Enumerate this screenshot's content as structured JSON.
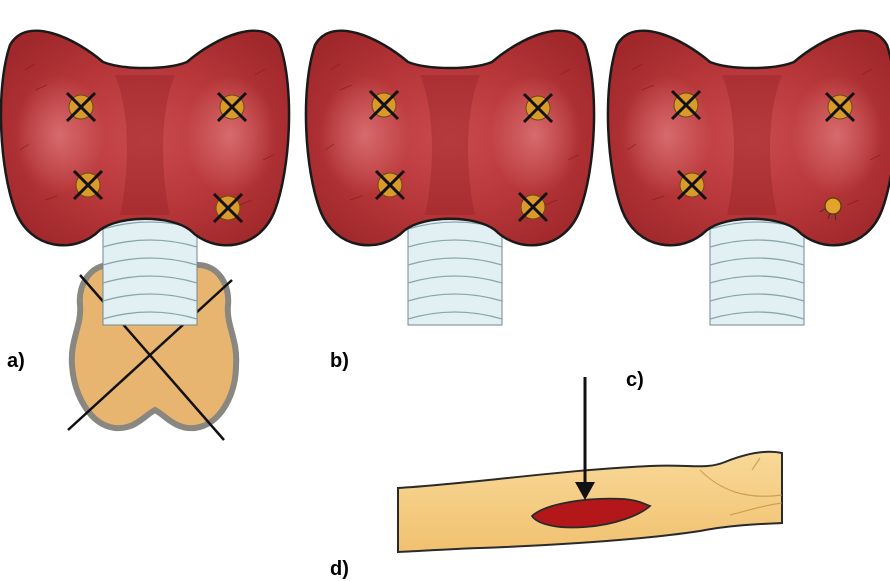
{
  "labels": {
    "a": "a)",
    "b": "b)",
    "c": "c)",
    "d": "d)"
  },
  "colors": {
    "gland_red": "#b8373a",
    "gland_dark": "#8f1f22",
    "gland_highlight": "#d96a6c",
    "parathyroid": "#d99a2b",
    "trachea_fill": "#e2f0f3",
    "trachea_ring": "#8aa6ad",
    "thymus_fill": "#e7b56f",
    "thymus_edge": "#8a8680",
    "skin_fill": "#f6cf86",
    "skin_edge": "#2a2a2a",
    "incision": "#b3171a"
  },
  "panels": [
    {
      "id": "a",
      "parathyroids": [
        "crossed",
        "crossed",
        "crossed",
        "crossed"
      ],
      "thymus": "crossed"
    },
    {
      "id": "b",
      "parathyroids": [
        "crossed",
        "crossed",
        "crossed",
        "crossed"
      ]
    },
    {
      "id": "c",
      "parathyroids": [
        "crossed",
        "crossed",
        "crossed",
        "remnant"
      ]
    },
    {
      "id": "d",
      "content": "forearm-autotransplant"
    }
  ]
}
